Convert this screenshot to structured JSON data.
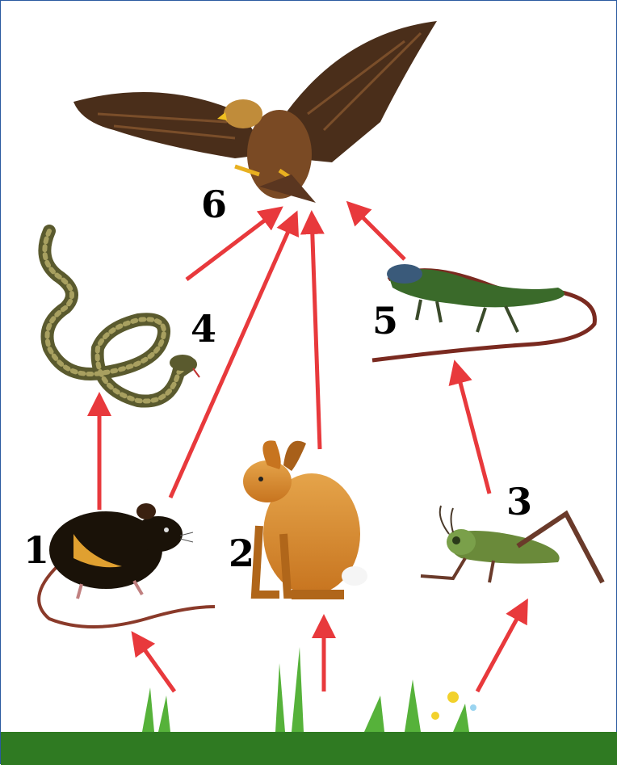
{
  "diagram": {
    "nodes": [
      {
        "id": "n1",
        "label": "1",
        "icon": "mouse-icon"
      },
      {
        "id": "n2",
        "label": "2",
        "icon": "hare-icon"
      },
      {
        "id": "n3",
        "label": "3",
        "icon": "grasshopper-icon"
      },
      {
        "id": "n4",
        "label": "4",
        "icon": "snake-icon"
      },
      {
        "id": "n5",
        "label": "5",
        "icon": "lizard-icon"
      },
      {
        "id": "n6",
        "label": "6",
        "icon": "eagle-icon"
      },
      {
        "id": "grass",
        "label": "",
        "icon": "grass-icon"
      }
    ],
    "edges": [
      {
        "from": "grass",
        "to": "n1"
      },
      {
        "from": "grass",
        "to": "n2"
      },
      {
        "from": "grass",
        "to": "n3"
      },
      {
        "from": "n1",
        "to": "n4"
      },
      {
        "from": "n1",
        "to": "n6"
      },
      {
        "from": "n2",
        "to": "n6"
      },
      {
        "from": "n3",
        "to": "n5"
      },
      {
        "from": "n4",
        "to": "n6"
      },
      {
        "from": "n5",
        "to": "n6"
      }
    ],
    "colors": {
      "arrow": "#e8393c",
      "border": "#2a5aa0"
    }
  }
}
